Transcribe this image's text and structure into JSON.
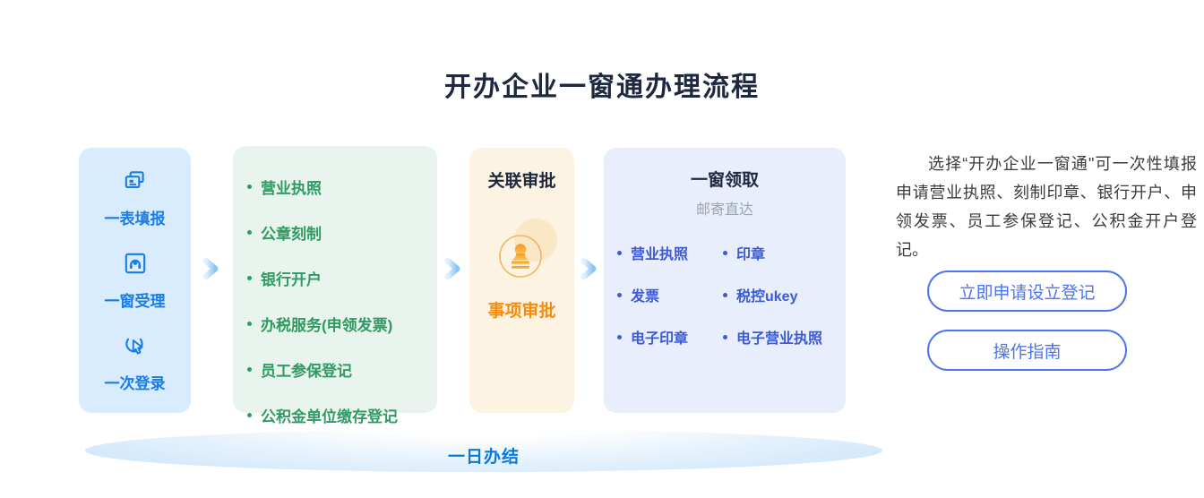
{
  "page": {
    "title": "开办企业一窗通办理流程"
  },
  "flow": {
    "step1": {
      "items": [
        {
          "label": "一表填报",
          "icon": "stacked-forms-icon"
        },
        {
          "label": "一窗受理",
          "icon": "service-window-icon"
        },
        {
          "label": "一次登录",
          "icon": "click-login-icon"
        }
      ]
    },
    "step2": {
      "items": [
        "营业执照",
        "公章刻制",
        "银行开户",
        "办税服务(申领发票)",
        "员工参保登记",
        "公积金单位缴存登记"
      ]
    },
    "step3": {
      "title": "关联审批",
      "label": "事项审批",
      "icon": "stamp-icon"
    },
    "step4": {
      "title": "一窗领取",
      "subtitle": "邮寄直达",
      "col1": [
        "营业执照",
        "发票",
        "电子印章"
      ],
      "col2": [
        "印章",
        "税控ukey",
        "电子营业执照"
      ]
    },
    "banner": "一日办结",
    "arrow_icon": "chevron-right-icon"
  },
  "aside": {
    "description": "选择“开办企业一窗通\"可一次性填报申请营业执照、刻制印章、银行开户、申领发票、员工参保登记、公积金开户登记。",
    "buttons": [
      {
        "label": "立即申请设立登记"
      },
      {
        "label": "操作指南"
      }
    ]
  },
  "colors": {
    "title_navy": "#1e2940",
    "step_blue": "#1a7ce8",
    "step_blue_bg": "#d9ecfd",
    "step_green": "#2f9b62",
    "step_green_bg": "#e8f4ed",
    "step_orange": "#f78c0e",
    "step_orange_bg": "#fdf3e2",
    "step_indigo": "#3b5ad8",
    "step_indigo_bg": "#e8eefc",
    "button_blue": "#4a74f2",
    "banner_blue": "#0879e1"
  }
}
